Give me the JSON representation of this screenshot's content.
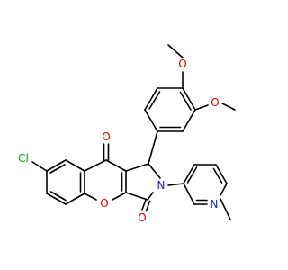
{
  "molecule": {
    "colors": {
      "bond": "#000000",
      "oxygen": "#e00000",
      "nitrogen": "#2020e0",
      "chlorine": "#00a000"
    },
    "atoms": [
      {
        "id": "cl",
        "label": "Cl",
        "element": "chlorine"
      },
      {
        "id": "o_k",
        "label": "O",
        "element": "oxygen"
      },
      {
        "id": "o_r",
        "label": "O",
        "element": "oxygen"
      },
      {
        "id": "n_l",
        "label": "N",
        "element": "nitrogen"
      },
      {
        "id": "o_im",
        "label": "O",
        "element": "oxygen"
      },
      {
        "id": "n_py",
        "label": "N",
        "element": "nitrogen"
      },
      {
        "id": "o_m1",
        "label": "O",
        "element": "oxygen"
      },
      {
        "id": "o_m2",
        "label": "O",
        "element": "oxygen"
      }
    ]
  }
}
